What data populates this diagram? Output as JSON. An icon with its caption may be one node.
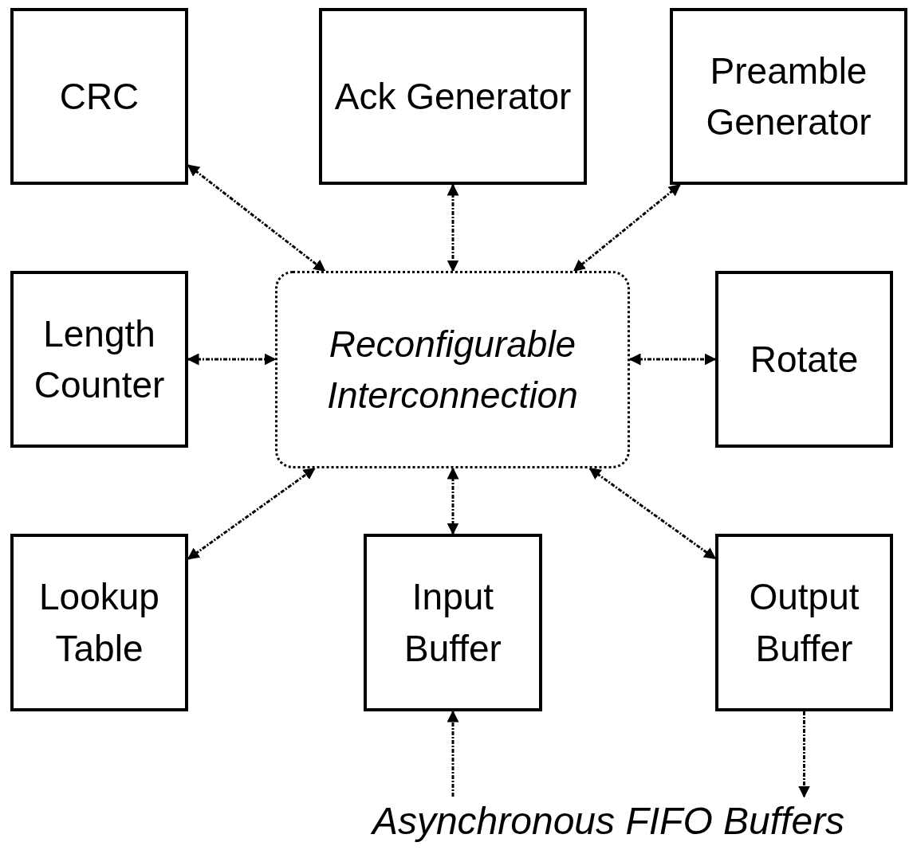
{
  "diagram": {
    "nodes": [
      {
        "text": [
          "CRC"
        ]
      },
      {
        "text": [
          "Ack Generator"
        ]
      },
      {
        "text": [
          "Preamble Generator"
        ]
      },
      {
        "text": [
          "Reconfigurable Interconnection"
        ]
      },
      {
        "text": [
          "Length Counter"
        ]
      },
      {
        "text": [
          "Rotate"
        ]
      },
      {
        "text": [
          "Lookup Table"
        ]
      },
      {
        "text": [
          "Input Buffer"
        ]
      },
      {
        "text": [
          "Output Buffer"
        ]
      },
      {
        "text": [
          "Asynchronous FIFO Buffers"
        ]
      }
    ],
    "edges": [
      {
        "from": 0,
        "to": 3,
        "arrow": "both",
        "style": "dashed"
      },
      {
        "from": 1,
        "to": 3,
        "arrow": "both",
        "style": "dashed"
      },
      {
        "from": 2,
        "to": 3,
        "arrow": "both",
        "style": "dashed"
      },
      {
        "from": 4,
        "to": 3,
        "arrow": "both",
        "style": "dashed"
      },
      {
        "from": 3,
        "to": 5,
        "arrow": "both",
        "style": "dashed"
      },
      {
        "from": 6,
        "to": 3,
        "arrow": "both",
        "style": "dashed"
      },
      {
        "from": 3,
        "to": 7,
        "arrow": "both",
        "style": "dashed"
      },
      {
        "from": 3,
        "to": 8,
        "arrow": "both",
        "style": "dashed"
      },
      {
        "from": 9,
        "to": 7,
        "arrow": "to",
        "style": "dashed"
      },
      {
        "from": 8,
        "to": 9,
        "arrow": "to",
        "style": "dashed"
      }
    ]
  }
}
